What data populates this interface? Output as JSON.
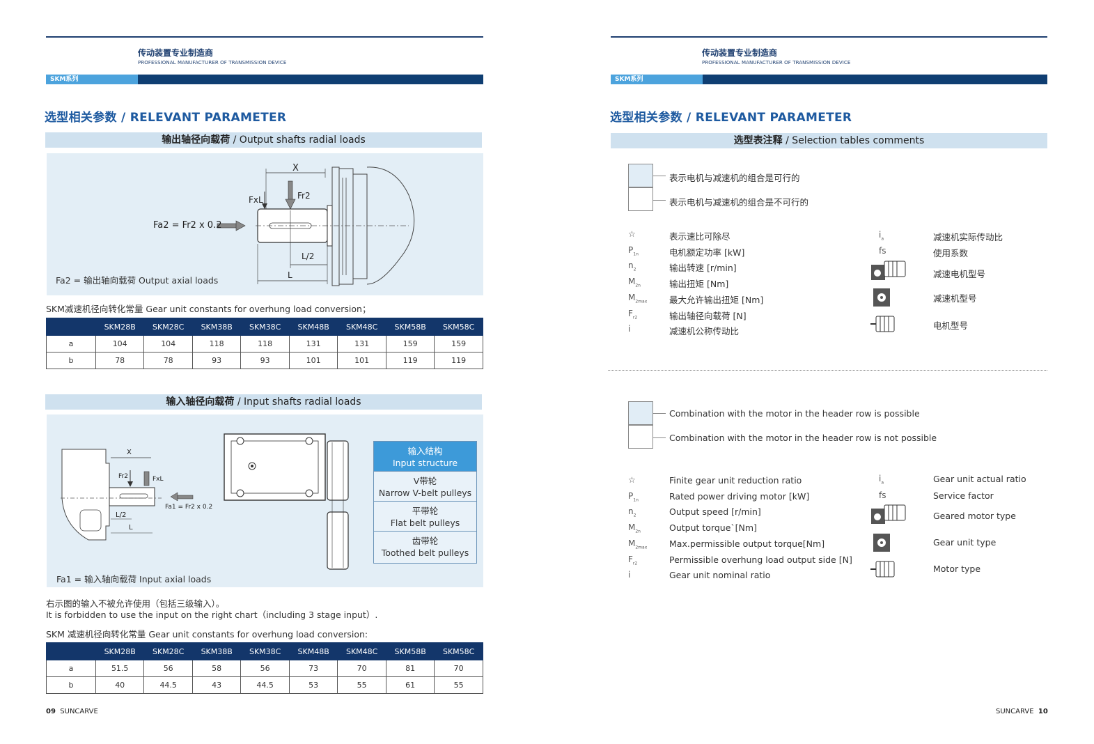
{
  "brand": {
    "cn": "传动装置专业制造商",
    "en": "PROFESSIONAL MANUFACTURER OF TRANSMISSION DEVICE",
    "series": "SKM系列",
    "company": "SUNCARVE"
  },
  "section_title": "选型相关参数 / RELEVANT PARAMETER",
  "left": {
    "output": {
      "head_cn": "输出轴径向载荷",
      "head_en": " / Output shafts radial loads",
      "lbl_x": "X",
      "lbl_fxl": "FxL",
      "lbl_fr2": "Fr2",
      "formula": "Fa2 = Fr2 x 0.2",
      "lbl_l2": "L/2",
      "lbl_l": "L",
      "fa2_note": "Fa2  = 输出轴向载荷   Output axial loads",
      "table_caption": "SKM减速机径向转化常量  Gear unit constants for overhung load conversion；",
      "table": {
        "cols": [
          "SKM28B",
          "SKM28C",
          "SKM38B",
          "SKM38C",
          "SKM48B",
          "SKM48C",
          "SKM58B",
          "SKM58C"
        ],
        "rows": [
          {
            "label": "a",
            "vals": [
              "104",
              "104",
              "118",
              "118",
              "131",
              "131",
              "159",
              "159"
            ]
          },
          {
            "label": "b",
            "vals": [
              "78",
              "78",
              "93",
              "93",
              "101",
              "101",
              "119",
              "119"
            ]
          }
        ]
      }
    },
    "input": {
      "head_cn": "输入轴径向载荷",
      "head_en": " / Input shafts radial loads",
      "lbl_x": "X",
      "lbl_fr2": "Fr2",
      "lbl_fxl": "FxL",
      "formula": "Fa1 = Fr2 x 0.2",
      "lbl_l2": "L/2",
      "lbl_l": "L",
      "fa1_note": "Fa1   = 输入轴向载荷  Input axial loads",
      "structure": [
        {
          "cn": "输入结构",
          "en": "Input structure"
        },
        {
          "cn": "V带轮",
          "en": "Narrow V-belt pulleys"
        },
        {
          "cn": "平带轮",
          "en": "Flat belt pulleys"
        },
        {
          "cn": "齿带轮",
          "en": "Toothed belt pulleys"
        }
      ],
      "warn_cn": "右示图的输入不被允许使用（包括三级输入）。",
      "warn_en": "It is forbidden to use the input on the right chart（including 3 stage input）.",
      "table_caption": "SKM 减速机径向转化常量  Gear unit constants for overhung load conversion:",
      "table": {
        "cols": [
          "SKM28B",
          "SKM28C",
          "SKM38B",
          "SKM38C",
          "SKM48B",
          "SKM48C",
          "SKM58B",
          "SKM58C"
        ],
        "rows": [
          {
            "label": "a",
            "vals": [
              "51.5",
              "56",
              "58",
              "56",
              "73",
              "70",
              "81",
              "70"
            ]
          },
          {
            "label": "b",
            "vals": [
              "40",
              "44.5",
              "43",
              "44.5",
              "53",
              "55",
              "61",
              "55"
            ]
          }
        ]
      }
    },
    "page_num": "09"
  },
  "right": {
    "head_cn": "选型表注释",
    "head_en": " / Selection tables comments",
    "cn": {
      "possible": "表示电机与减速机的组合是可行的",
      "not_possible": "表示电机与减速机的组合是不可行的",
      "items_left": [
        {
          "sym": "☆",
          "sub": "",
          "text": "表示速比可除尽"
        },
        {
          "sym": "P",
          "sub": "1n",
          "text": "电机额定功率 [kW]"
        },
        {
          "sym": "n",
          "sub": "2",
          "text": "输出转速 [r/min]"
        },
        {
          "sym": "M",
          "sub": "2n",
          "text": "输出扭矩 [Nm]"
        },
        {
          "sym": "M",
          "sub": "2max",
          "text": "最大允许输出扭矩 [Nm]"
        },
        {
          "sym": "F",
          "sub": "r2",
          "text": "输出轴径向载荷 [N]"
        },
        {
          "sym": "i",
          "sub": "",
          "text": "减速机公称传动比"
        }
      ],
      "items_right": [
        {
          "sym": "i",
          "sub": "a",
          "text": "减速机实际传动比"
        },
        {
          "sym": "fs",
          "sub": "",
          "text": "使用系数"
        },
        {
          "icon": "geared-motor-icon",
          "text": "减速电机型号"
        },
        {
          "icon": "gear-unit-icon",
          "text": "减速机型号"
        },
        {
          "icon": "motor-icon",
          "text": "电机型号"
        }
      ]
    },
    "en": {
      "possible": "Combination with the motor in the header row is possible",
      "not_possible": "Combination with the motor in the header row is not possible",
      "items_left": [
        {
          "sym": "☆",
          "sub": "",
          "text": "Finite gear unit reduction ratio"
        },
        {
          "sym": "P",
          "sub": "1n",
          "text": "Rated power driving motor [kW]"
        },
        {
          "sym": "n",
          "sub": "2",
          "text": "Output speed [r/min]"
        },
        {
          "sym": "M",
          "sub": "2n",
          "text": "Output torque`[Nm]"
        },
        {
          "sym": "M",
          "sub": "2max",
          "text": "Max.permissible output torque[Nm]"
        },
        {
          "sym": "F",
          "sub": "r2",
          "text": "Permissible overhung load output   side [N]"
        },
        {
          "sym": "i",
          "sub": "",
          "text": "Gear unit nominal ratio"
        }
      ],
      "items_right": [
        {
          "sym": "i",
          "sub": "a",
          "text": "Gear unit actual ratio"
        },
        {
          "sym": "fs",
          "sub": "",
          "text": "Service factor"
        },
        {
          "icon": "geared-motor-icon",
          "text": "Geared motor type"
        },
        {
          "icon": "gear-unit-icon",
          "text": "Gear unit type"
        },
        {
          "icon": "motor-icon",
          "text": "Motor type"
        }
      ]
    },
    "page_num": "10"
  },
  "colors": {
    "navy": "#13366a",
    "accent_blue": "#4ca3dd",
    "light_panel": "#e3eef6",
    "subhead_bg": "#cfe1ef"
  }
}
